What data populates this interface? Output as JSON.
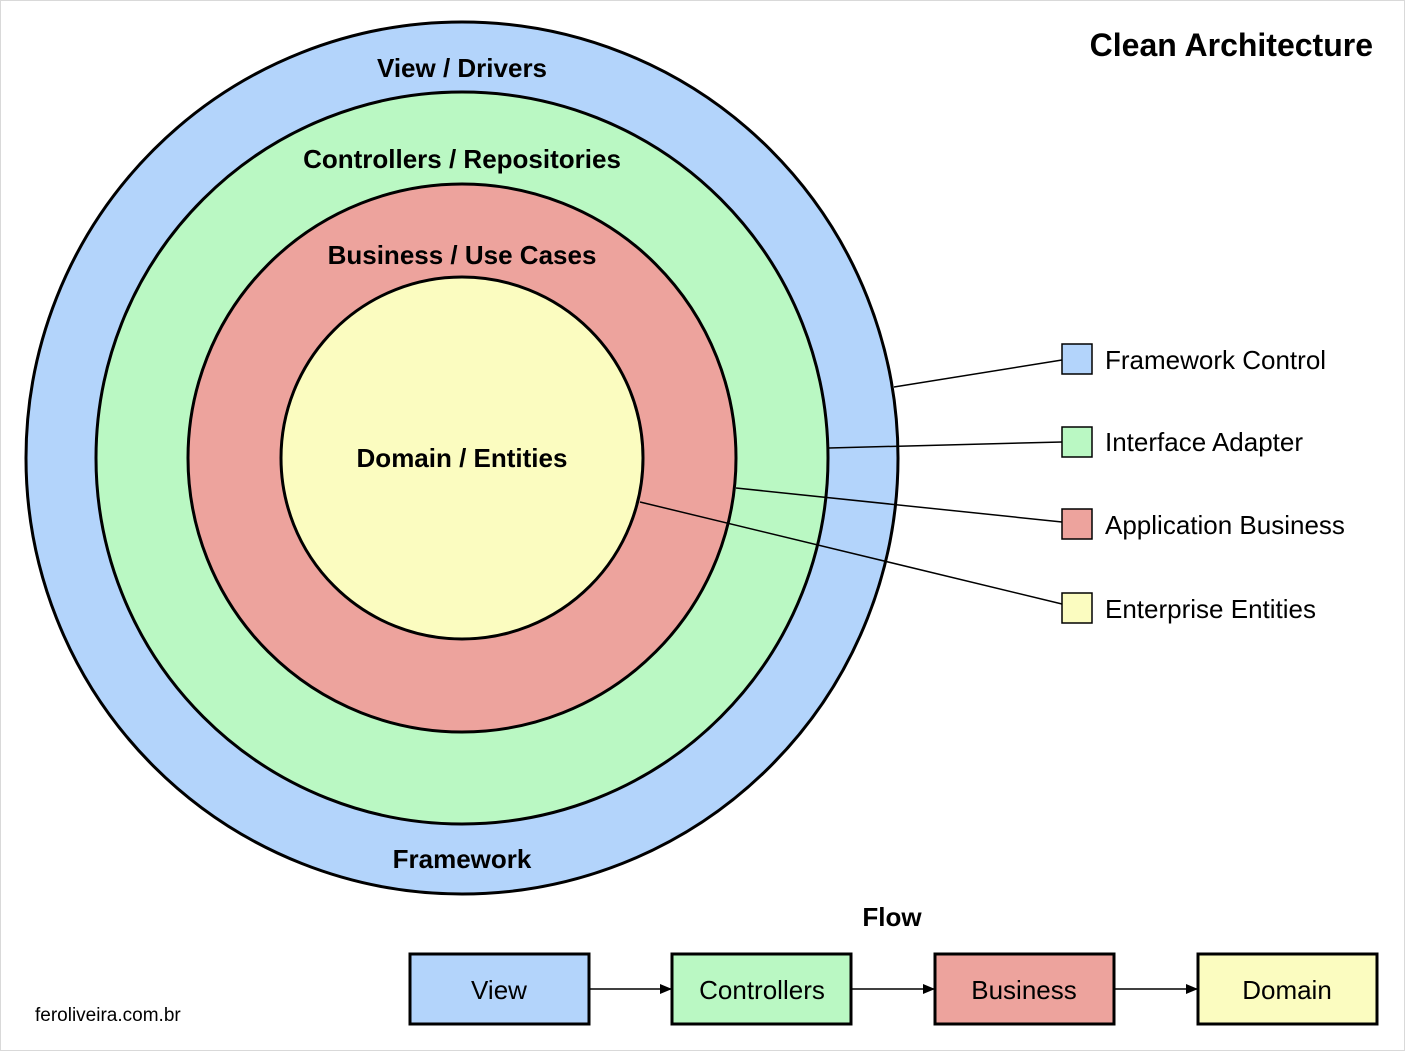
{
  "title": "Clean Architecture",
  "rings": {
    "outer": {
      "label_top": "View / Drivers",
      "label_bottom": "Framework",
      "color": "#b3d4fb"
    },
    "adapters": {
      "label": "Controllers / Repositories",
      "color": "#baf8c3"
    },
    "business": {
      "label": "Business / Use Cases",
      "color": "#eda39d"
    },
    "core": {
      "label": "Domain / Entities",
      "color": "#fbfcc0"
    }
  },
  "legend": [
    {
      "label": "Framework Control",
      "color": "#b3d4fb"
    },
    {
      "label": "Interface Adapter",
      "color": "#baf8c3"
    },
    {
      "label": "Application Business",
      "color": "#eda39d"
    },
    {
      "label": "Enterprise Entities",
      "color": "#fbfcc0"
    }
  ],
  "flow": {
    "title": "Flow",
    "steps": [
      {
        "label": "View",
        "color": "#b3d4fb"
      },
      {
        "label": "Controllers",
        "color": "#baf8c3"
      },
      {
        "label": "Business",
        "color": "#eda39d"
      },
      {
        "label": "Domain",
        "color": "#fbfcc0"
      }
    ]
  },
  "footer": {
    "credit": "feroliveira.com.br"
  }
}
